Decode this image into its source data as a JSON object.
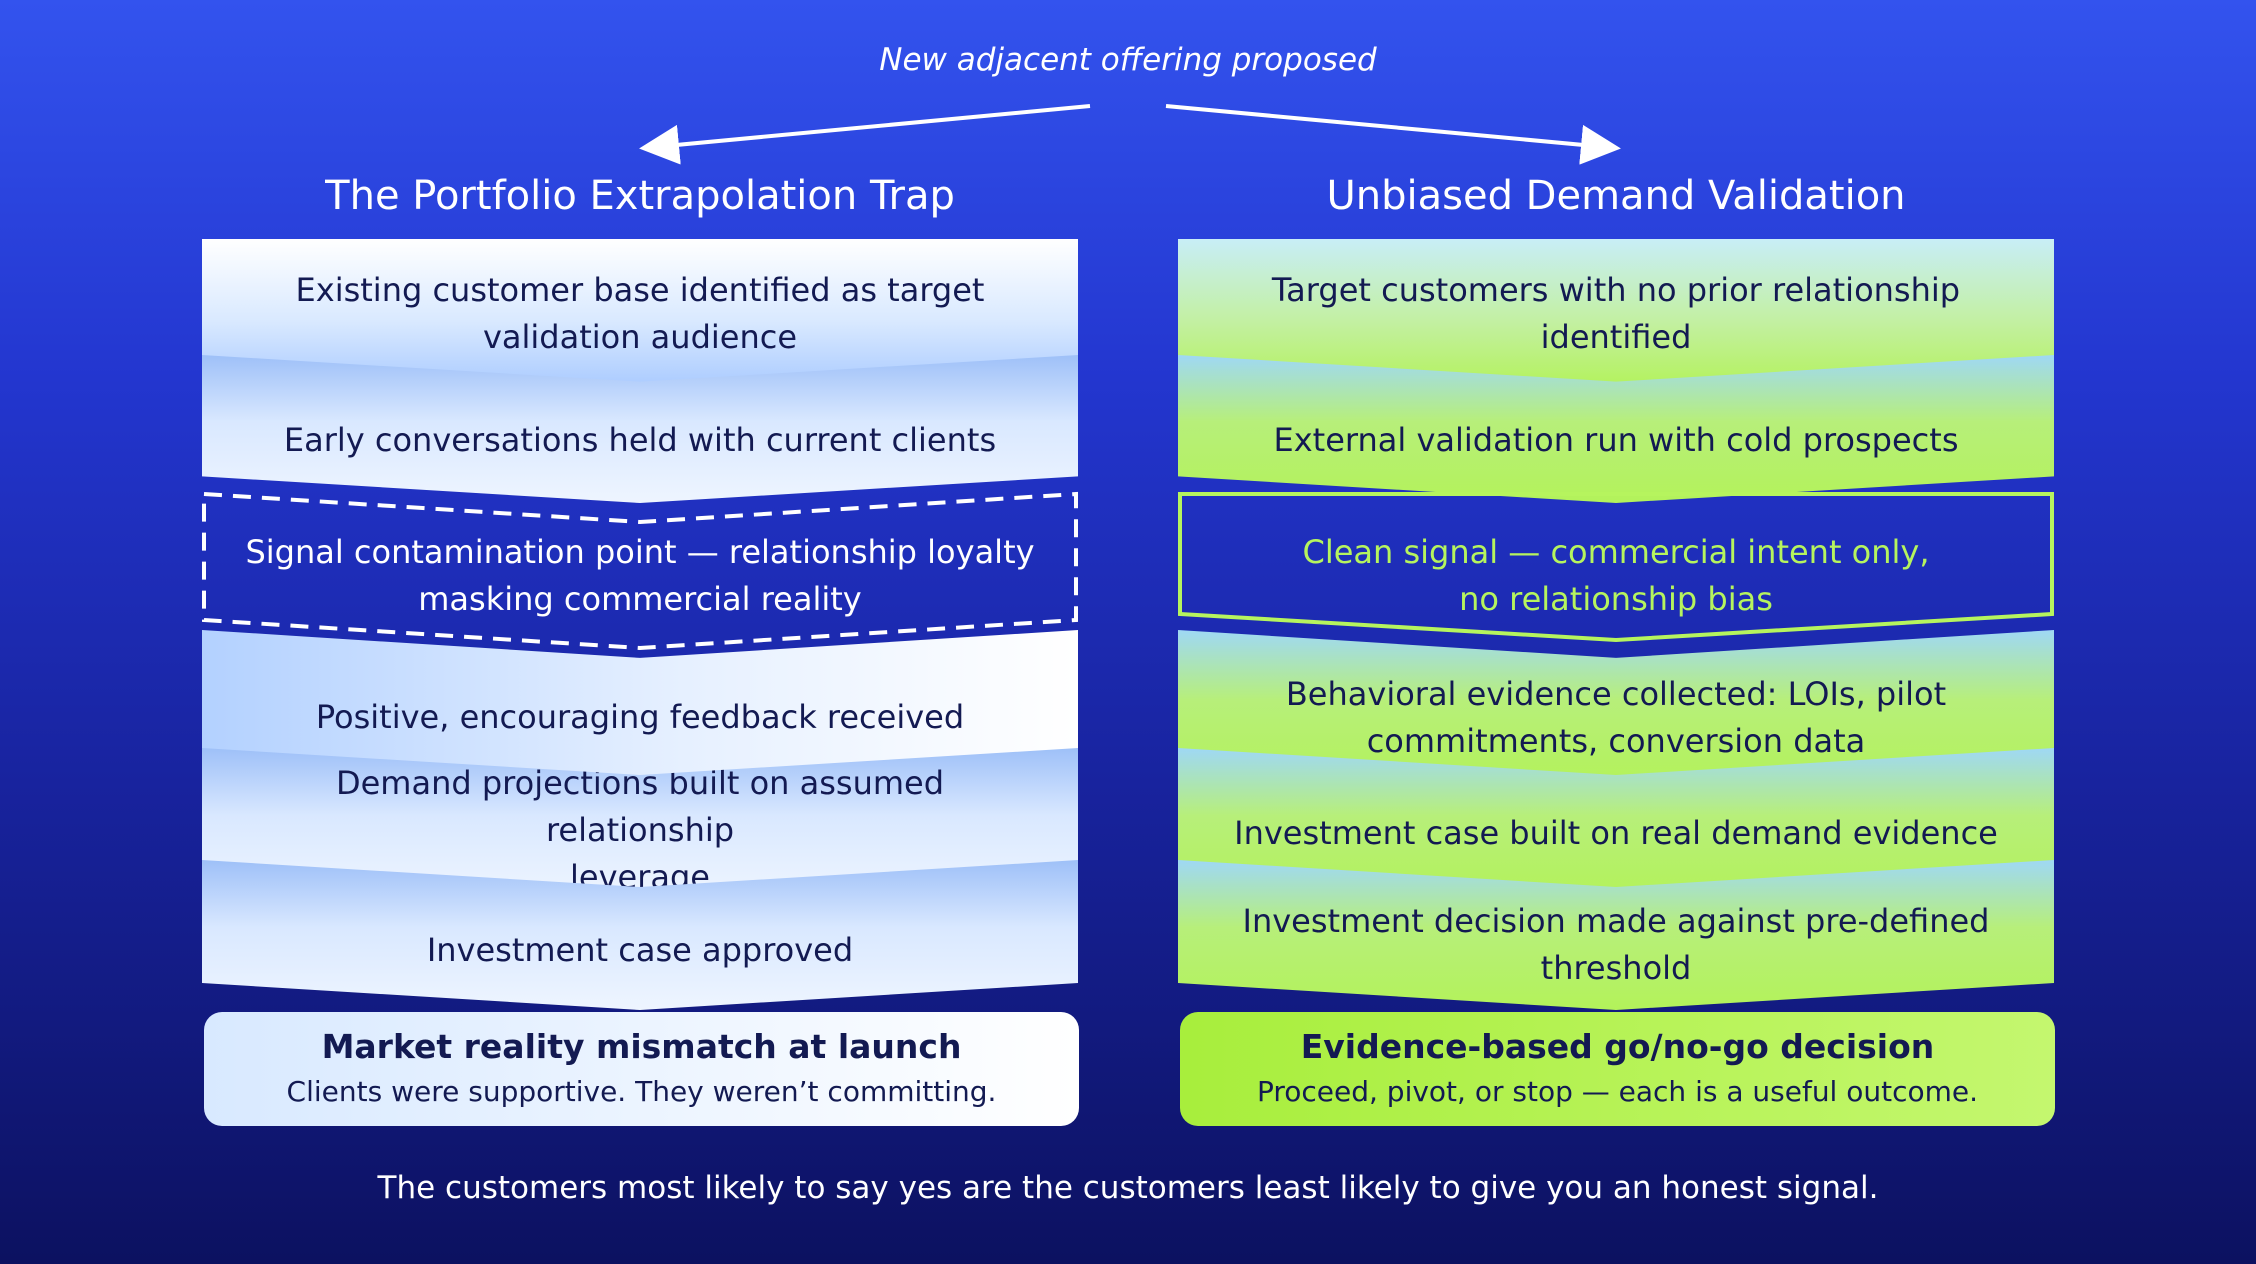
{
  "diagram": {
    "top_label": "New adjacent offering proposed",
    "left": {
      "title": "The Portfolio Extrapolation Trap",
      "steps": [
        {
          "lines": [
            "Existing customer base identified as target",
            "validation audience"
          ]
        },
        {
          "lines": [
            "Early conversations held with current clients"
          ]
        },
        {
          "lines": [
            "Signal contamination point — relationship loyalty",
            "masking commercial reality"
          ]
        },
        {
          "lines": [
            "Positive, encouraging feedback received"
          ]
        },
        {
          "lines": [
            "Demand projections built on assumed relationship",
            "leverage"
          ]
        },
        {
          "lines": [
            "Investment case approved"
          ]
        }
      ],
      "outcome": {
        "title": "Market reality mismatch at launch",
        "subtitle": "Clients were supportive. They weren’t committing."
      }
    },
    "right": {
      "title": "Unbiased Demand Validation",
      "steps": [
        {
          "lines": [
            "Target customers with no prior relationship",
            "identified"
          ]
        },
        {
          "lines": [
            "External validation run with cold prospects"
          ]
        },
        {
          "lines": [
            "Clean signal — commercial intent only,",
            "no relationship bias"
          ]
        },
        {
          "lines": [
            "Behavioral evidence collected: LOIs, pilot",
            "commitments, conversion data"
          ]
        },
        {
          "lines": [
            "Investment case built on real demand evidence"
          ]
        },
        {
          "lines": [
            "Investment decision made against pre-defined",
            "threshold"
          ]
        }
      ],
      "outcome": {
        "title": "Evidence-based go/no-go decision",
        "subtitle": "Proceed, pivot, or stop — each is a useful outcome."
      }
    },
    "footer": "The customers most likely to say yes are the customers least likely to give you an honest signal."
  },
  "colors": {
    "background_top": "#3353ee",
    "background_bottom": "#0c1160",
    "text_dark": "#131a52",
    "accent_green": "#b6f45e",
    "outcome_green": "#a8ee3c",
    "light_blue": "#d9e9ff",
    "dashed_outline": "#ffffff"
  }
}
